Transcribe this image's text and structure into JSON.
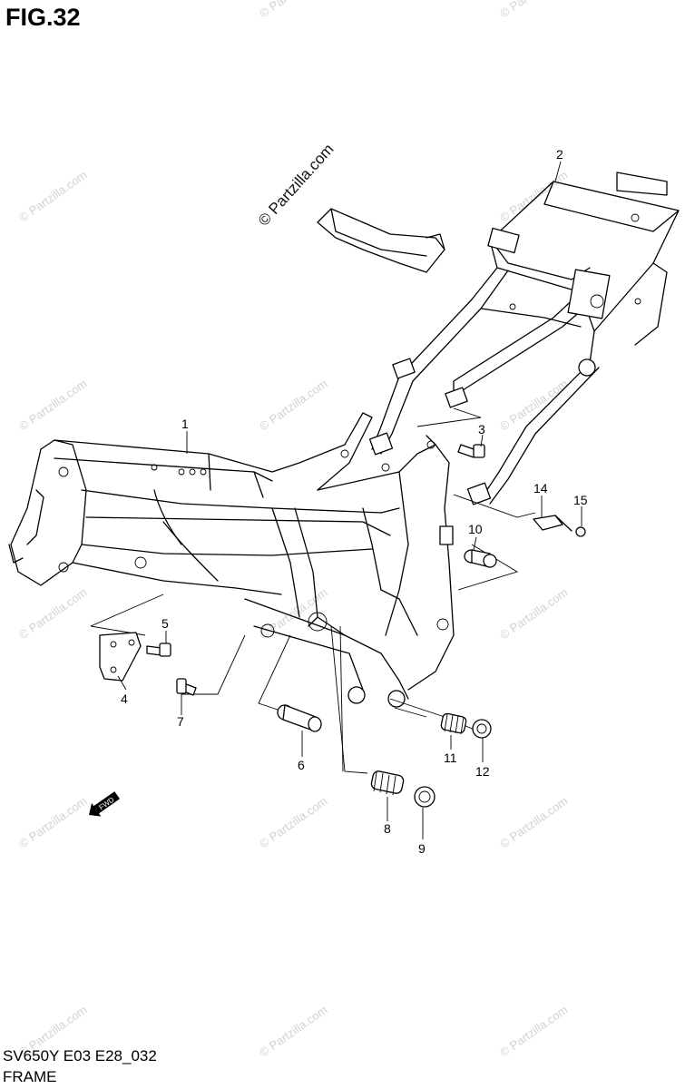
{
  "figure": {
    "title": "FIG.32"
  },
  "footer": {
    "code": "SV650Y E03 E28_032",
    "name": "FRAME"
  },
  "watermarks": {
    "main": "© Partzilla.com",
    "faint": "© Partzilla.com"
  },
  "fwd_label": "FWD",
  "callouts": [
    {
      "id": "part-1",
      "label": "1"
    },
    {
      "id": "part-2",
      "label": "2"
    },
    {
      "id": "part-3",
      "label": "3"
    },
    {
      "id": "part-4",
      "label": "4"
    },
    {
      "id": "part-5",
      "label": "5"
    },
    {
      "id": "part-6",
      "label": "6"
    },
    {
      "id": "part-7",
      "label": "7"
    },
    {
      "id": "part-8",
      "label": "8"
    },
    {
      "id": "part-9",
      "label": "9"
    },
    {
      "id": "part-10",
      "label": "10"
    },
    {
      "id": "part-11",
      "label": "11"
    },
    {
      "id": "part-12",
      "label": "12"
    },
    {
      "id": "part-14",
      "label": "14"
    },
    {
      "id": "part-15",
      "label": "15"
    }
  ]
}
